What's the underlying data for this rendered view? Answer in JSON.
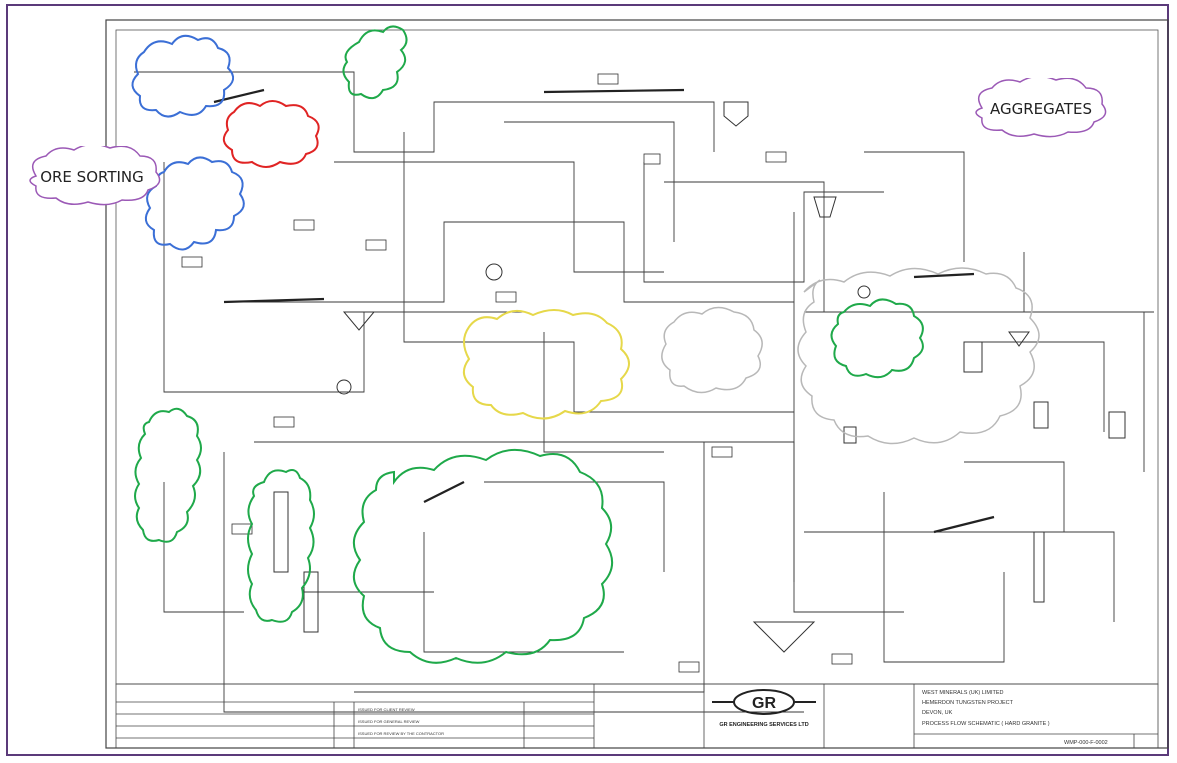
{
  "labels": {
    "ore_sorting": "ORE SORTING",
    "aggregates": "AGGREGATES"
  },
  "title_block": {
    "company": "GR ENGINEERING SERVICES LTD",
    "client": "WEST MINERALS (UK) LIMITED",
    "project": "HEMERDON TUNGSTEN PROJECT",
    "location": "DEVON, UK",
    "title": "PROCESS FLOW SCHEMATIC ( HARD GRANITE )",
    "drawing_no": "WMP-000-F-0002",
    "logo": "GR",
    "revisions": [
      "ISSUED FOR CLIENT REVIEW",
      "ISSUED FOR GENERAL REVIEW",
      "ISSUED FOR REVIEW BY THE CONTRACTOR"
    ]
  },
  "colors": {
    "frame": "#5b3a7a",
    "ore_sorting_cloud": "#3b6fd6",
    "red_cloud": "#e02424",
    "green_cloud": "#1fa94a",
    "yellow_cloud": "#e6d84a",
    "grey_cloud": "#b8b8b8",
    "label_cloud": "#9b59b6",
    "lines": "#3a3a3a"
  }
}
